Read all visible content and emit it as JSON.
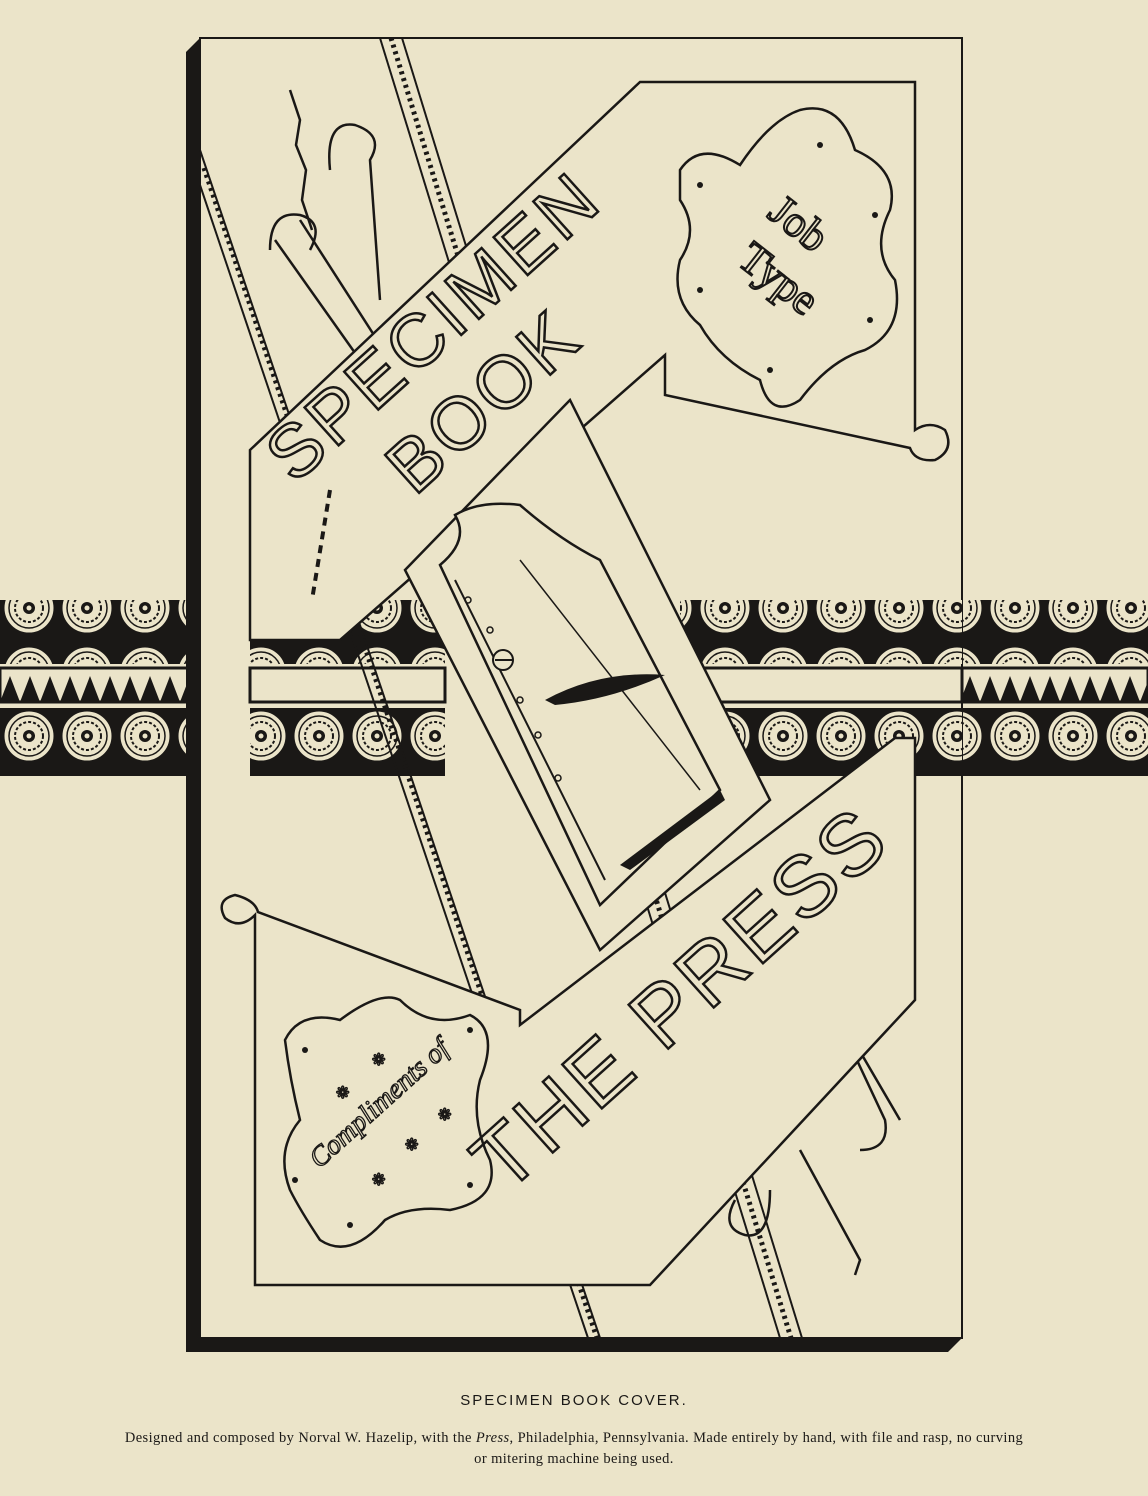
{
  "cover": {
    "title_word_1": "SPECIMEN",
    "title_word_2": "BOOK",
    "seal_line_1": "Job",
    "seal_line_2": "Type",
    "dedication": "Compliments of",
    "publisher": "THE PRESS"
  },
  "caption": {
    "title": "SPECIMEN BOOK COVER.",
    "credit_prefix": "Designed and composed by Norval W. Hazelip, with the",
    "credit_publication": "Press",
    "credit_suffix": ", Philadelphia, Pennsylvania. Made entirely by hand, with file and rasp, no curving or mitering machine being used."
  },
  "colors": {
    "paper": "#ebe4c9",
    "ink": "#1a1816"
  }
}
